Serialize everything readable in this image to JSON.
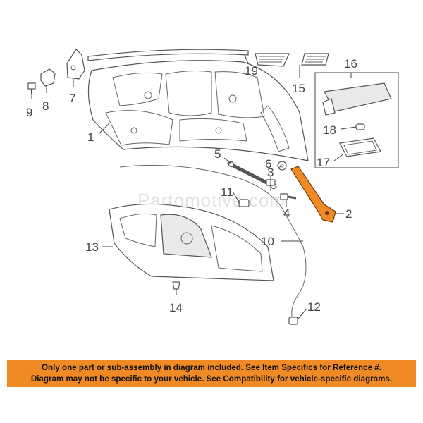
{
  "watermark": "Partomotive.com",
  "callouts": {
    "c1": "1",
    "c2": "2",
    "c3": "3",
    "c4": "4",
    "c5": "5",
    "c6": "6",
    "c7": "7",
    "c8": "8",
    "c9": "9",
    "c10": "10",
    "c11": "11",
    "c12": "12",
    "c13": "13",
    "c14": "14",
    "c15": "15",
    "c16": "16",
    "c17": "17",
    "c18": "18",
    "c19": "19"
  },
  "notice": {
    "line1": "Only one part or sub-assembly in diagram included. See Item Specifics for Reference #.",
    "line2": "Diagram may not be specific to your vehicle. See Compatibility for vehicle-specific diagrams."
  },
  "colors": {
    "highlight_part": "#f08a24",
    "banner": "#f08a24"
  }
}
